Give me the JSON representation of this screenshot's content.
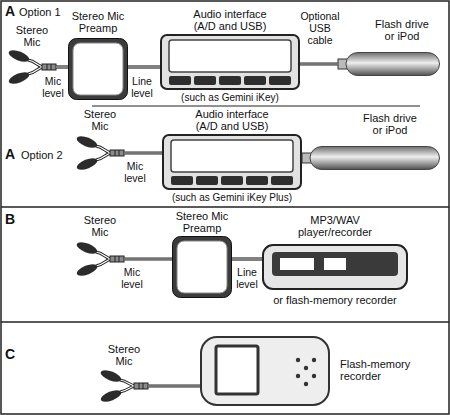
{
  "diagram": {
    "nodes": [
      {
        "text": [
          "Stereo Mic"
        ]
      },
      {
        "text": [
          "Stereo Mic Preamp"
        ]
      },
      {
        "text": [
          "Audio interface (A/D and USB)",
          "(such as Gemini iKey)"
        ]
      },
      {
        "text": [
          "Flash drive or iPod"
        ]
      },
      {
        "text": [
          "Stereo Mic"
        ]
      },
      {
        "text": [
          "Audio interface (A/D and USB)",
          "(such as Gemini iKey Plus)"
        ]
      },
      {
        "text": [
          "Flash drive or iPod"
        ]
      },
      {
        "text": [
          "Stereo Mic"
        ]
      },
      {
        "text": [
          "Stereo Mic Preamp"
        ]
      },
      {
        "text": [
          "MP3/WAV player/recorder",
          "or flash-memory recorder"
        ]
      },
      {
        "text": [
          "Stereo Mic"
        ]
      },
      {
        "text": [
          "Flash-memory recorder"
        ]
      }
    ],
    "edges": [
      {
        "from": 0,
        "to": 1,
        "arrow": "none",
        "label": "Mic level"
      },
      {
        "from": 1,
        "to": 2,
        "arrow": "none",
        "label": "Line level"
      },
      {
        "from": 2,
        "to": 3,
        "arrow": "none",
        "label": "Optional USB cable"
      },
      {
        "from": 4,
        "to": 5,
        "arrow": "none",
        "label": "Mic level"
      },
      {
        "from": 7,
        "to": 8,
        "arrow": "none",
        "label": "Mic level"
      },
      {
        "from": 8,
        "to": 9,
        "arrow": "none",
        "label": "Line level"
      },
      {
        "from": 10,
        "to": 11,
        "arrow": "none"
      }
    ],
    "labels": [
      "A",
      "Option 1",
      "A",
      "Option 2",
      "B",
      "C"
    ]
  }
}
